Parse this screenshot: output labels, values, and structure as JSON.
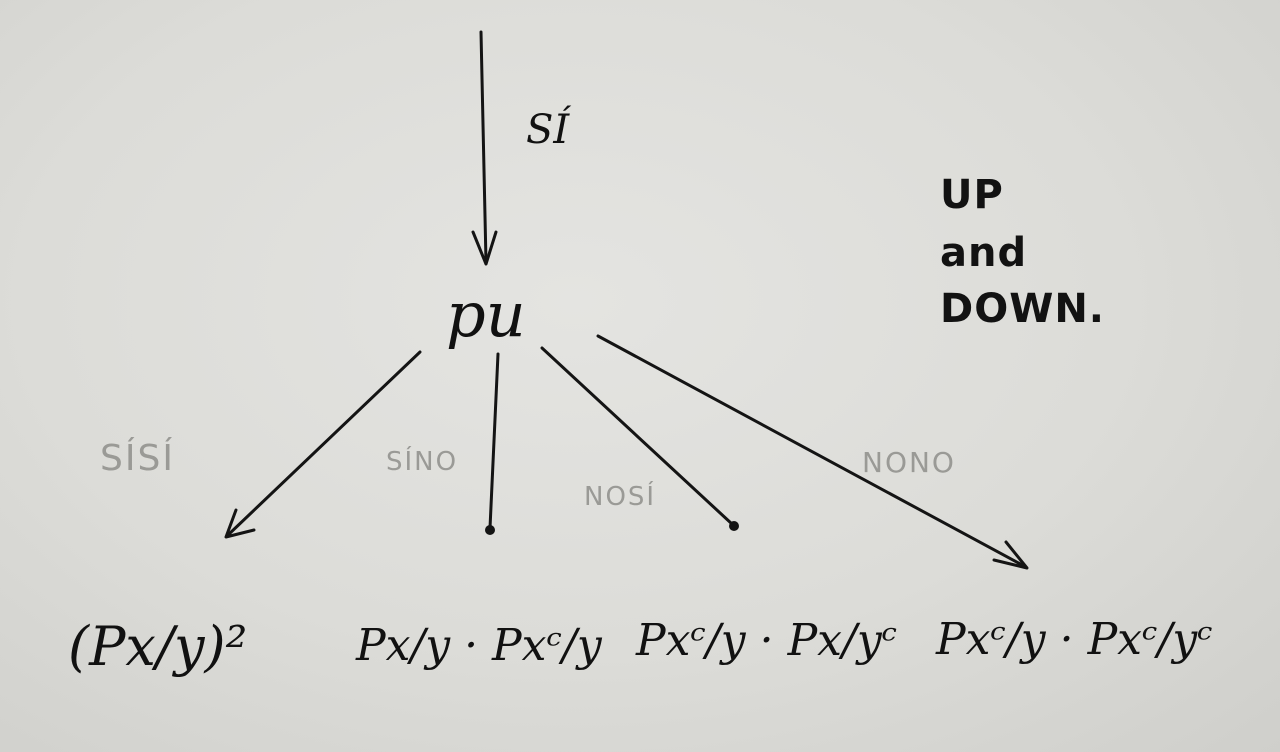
{
  "diagram": {
    "incoming_label": "SÍ",
    "root_node": "pu",
    "note_lines": [
      "UP",
      "and",
      "DOWN."
    ],
    "branches": [
      {
        "label": "SÍSÍ",
        "leaf": "(Px/y)²"
      },
      {
        "label": "SÍNO",
        "leaf": "Px/y · Pxᶜ/y"
      },
      {
        "label": "NOSÍ",
        "leaf": "Pxᶜ/y · Px/yᶜ"
      },
      {
        "label": "NONO",
        "leaf": "Pxᶜ/y · Pxᶜ/yᶜ"
      }
    ]
  }
}
